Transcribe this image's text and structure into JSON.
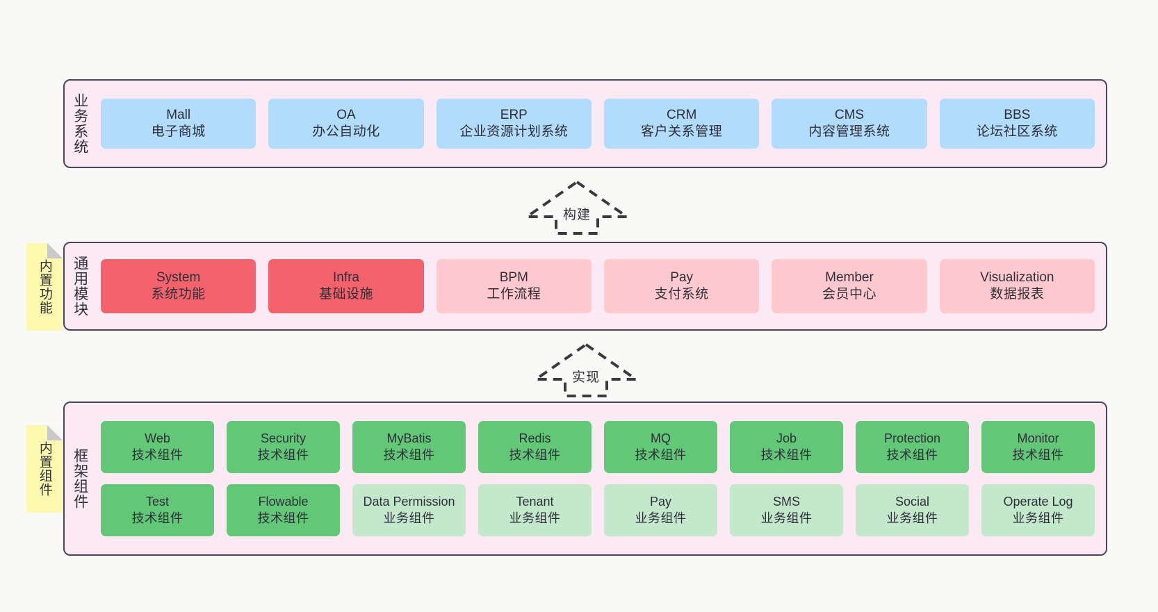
{
  "layers": [
    {
      "id": "business",
      "title": "业务系统",
      "rows": [
        {
          "style": "sw-blue",
          "cells": [
            {
              "en": "Mall",
              "cn": "电子商城"
            },
            {
              "en": "OA",
              "cn": "办公自动化"
            },
            {
              "en": "ERP",
              "cn": "企业资源计划系统"
            },
            {
              "en": "CRM",
              "cn": "客户关系管理"
            },
            {
              "en": "CMS",
              "cn": "内容管理系统"
            },
            {
              "en": "BBS",
              "cn": "论坛社区系统"
            }
          ]
        }
      ]
    },
    {
      "id": "common",
      "title": "通用模块",
      "rows": [
        {
          "cells": [
            {
              "en": "System",
              "cn": "系统功能",
              "style": "sw-red"
            },
            {
              "en": "Infra",
              "cn": "基础设施",
              "style": "sw-red"
            },
            {
              "en": "BPM",
              "cn": "工作流程",
              "style": "sw-pink"
            },
            {
              "en": "Pay",
              "cn": "支付系统",
              "style": "sw-pink"
            },
            {
              "en": "Member",
              "cn": "会员中心",
              "style": "sw-pink"
            },
            {
              "en": "Visualization",
              "cn": "数据报表",
              "style": "sw-pink"
            }
          ]
        }
      ]
    },
    {
      "id": "framework",
      "title": "框架组件",
      "rows": [
        {
          "style": "sw-green",
          "cells": [
            {
              "en": "Web",
              "cn": "技术组件"
            },
            {
              "en": "Security",
              "cn": "技术组件"
            },
            {
              "en": "MyBatis",
              "cn": "技术组件"
            },
            {
              "en": "Redis",
              "cn": "技术组件"
            },
            {
              "en": "MQ",
              "cn": "技术组件"
            },
            {
              "en": "Job",
              "cn": "技术组件"
            },
            {
              "en": "Protection",
              "cn": "技术组件"
            },
            {
              "en": "Monitor",
              "cn": "技术组件"
            }
          ]
        },
        {
          "cells": [
            {
              "en": "Test",
              "cn": "技术组件",
              "style": "sw-green"
            },
            {
              "en": "Flowable",
              "cn": "技术组件",
              "style": "sw-green"
            },
            {
              "en": "Data Permission",
              "cn": "业务组件",
              "style": "sw-green-light",
              "wrap": true
            },
            {
              "en": "Tenant",
              "cn": "业务组件",
              "style": "sw-green-light"
            },
            {
              "en": "Pay",
              "cn": "业务组件",
              "style": "sw-green-light"
            },
            {
              "en": "SMS",
              "cn": "业务组件",
              "style": "sw-green-light"
            },
            {
              "en": "Social",
              "cn": "业务组件",
              "style": "sw-green-light"
            },
            {
              "en": "Operate Log",
              "cn": "业务组件",
              "style": "sw-green-light"
            }
          ]
        }
      ]
    }
  ],
  "stickies": [
    {
      "id": "common",
      "label": "内置功能"
    },
    {
      "id": "framework",
      "label": "内置组件"
    }
  ],
  "arrows": [
    {
      "id": "build",
      "label": "构建"
    },
    {
      "id": "impl",
      "label": "实现"
    }
  ],
  "colors": {
    "canvas": "#f9f9f8",
    "layer_bg": "#fbeaf4",
    "layer_border": "#4a4458",
    "blue": "#b2dcfc",
    "red": "#f4636c",
    "pink": "#ffc9cf",
    "green": "#62c878",
    "green_light": "#c3e8cc",
    "sticky": "#fdfab0",
    "text": "#2e2e38",
    "arrow_stroke": "#3a3a3a"
  }
}
